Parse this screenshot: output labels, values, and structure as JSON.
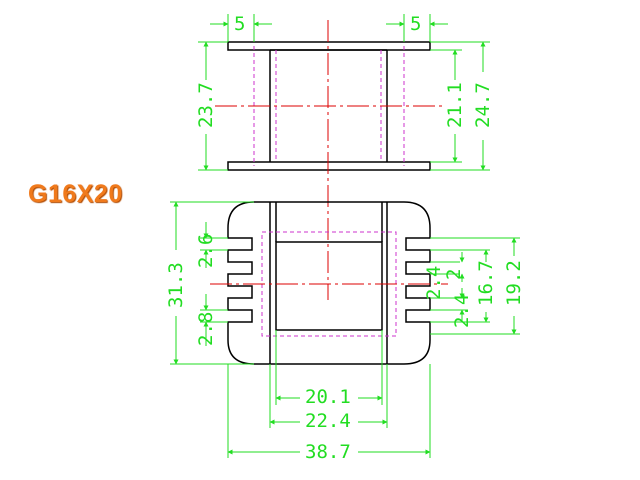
{
  "title": "G16X20",
  "colors": {
    "outline": "#000000",
    "dimension": "#22dd22",
    "centerline": "#dd0000",
    "hidden": "#cc33cc",
    "title": "#f07a1c"
  },
  "dimensions": {
    "flange_left": "5",
    "flange_right": "5",
    "overall_height": "23.7",
    "inner_height": "21.1",
    "outer_height": "24.7",
    "overall_width_vertical": "31.3",
    "pin_pitch_left_top": "2.6",
    "pin_pitch_left_bottom": "2.8",
    "slot_2": "2",
    "slot_2_4": "2.4",
    "pin_pitch_right_bottom": "2.4",
    "inner_vertical": "16.7",
    "outer_vertical": "19.2",
    "window_width": "20.1",
    "core_width": "22.4",
    "base_width": "38.7"
  }
}
